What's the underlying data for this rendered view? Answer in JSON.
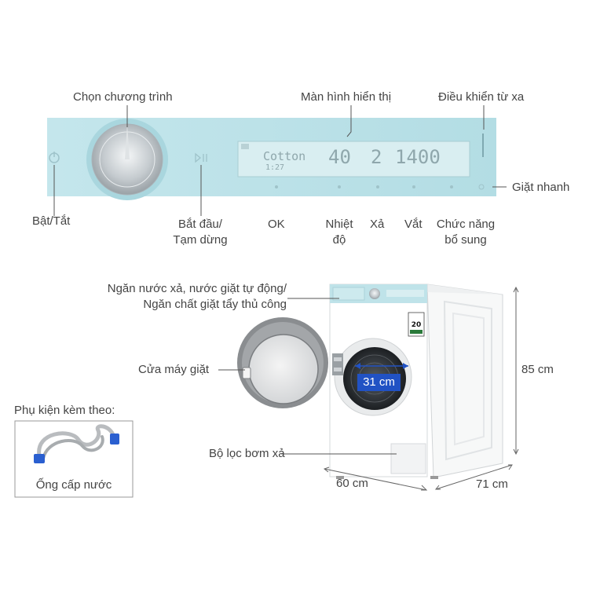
{
  "panel": {
    "program_label": "Chọn chương trình",
    "display_label": "Màn hình hiển thị",
    "remote_label": "Điều khiển từ xa",
    "quick_wash_label": "Giặt nhanh",
    "power_label": "Bật/Tắt",
    "start_line1": "Bắt đầu/",
    "start_line2": "Tạm dừng",
    "ok_label": "OK",
    "temp_line1": "Nhiệt",
    "temp_line2": "độ",
    "rinse_label": "Xả",
    "spin_label": "Vắt",
    "extra_line1": "Chức năng",
    "extra_line2": "bổ sung"
  },
  "display": {
    "program": "Cotton",
    "time": "1:27",
    "temp": "40",
    "rinse": "2",
    "spin": "1400"
  },
  "machine": {
    "drawer_line1": "Ngăn nước xả, nước giặt tự động/",
    "drawer_line2": "Ngăn chất giặt tẩy thủ công",
    "door_label": "Cửa máy giặt",
    "filter_label": "Bộ lọc bơm xả",
    "drum_diameter": "31 cm",
    "height": "85 cm",
    "width": "60 cm",
    "depth": "71 cm",
    "energy_badge": "20"
  },
  "accessory": {
    "title": "Phụ kiện kèm theo:",
    "item": "Ống cấp nước"
  },
  "colors": {
    "panel": "#bfe3e9",
    "badge": "#2152c4",
    "door_ring": "#8a8d90",
    "hose_connector": "#2a5fd0"
  }
}
